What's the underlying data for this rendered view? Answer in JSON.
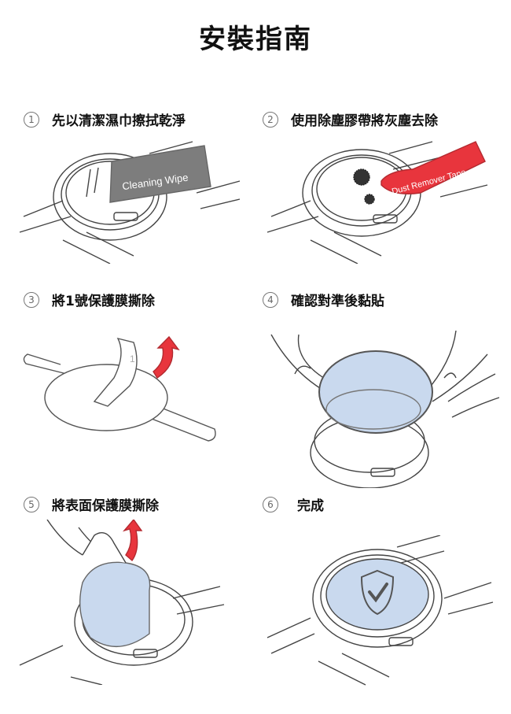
{
  "title": "安裝指南",
  "steps": [
    {
      "num": "1",
      "text": "先以清潔濕巾擦拭乾淨",
      "label": "Cleaning Wipe"
    },
    {
      "num": "2",
      "text": "使用除塵膠帶將灰塵去除",
      "label": "Dust Remover Tape"
    },
    {
      "num": "3",
      "text": "將1號保護膜撕除",
      "label": "1"
    },
    {
      "num": "4",
      "text": "確認對準後黏貼"
    },
    {
      "num": "5",
      "text": "將表面保護膜撕除"
    },
    {
      "num": "6",
      "text": "完成"
    }
  ],
  "colors": {
    "accent_red": "#e8353d",
    "film_blue": "#c9d9ee",
    "wipe_gray": "#7d7d7d",
    "line": "#444444"
  }
}
